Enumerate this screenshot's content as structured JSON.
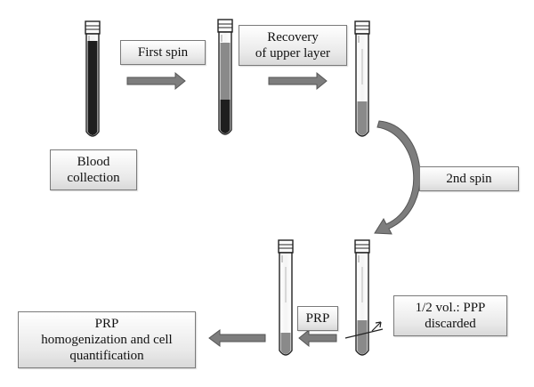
{
  "labels": {
    "first_spin": "First spin",
    "recovery": [
      "Recovery",
      "of upper layer"
    ],
    "blood_collection": [
      "Blood",
      "collection"
    ],
    "second_spin": "2nd spin",
    "ppp_discarded": [
      "1/2 vol.: PPP",
      "discarded"
    ],
    "prp": "PRP",
    "prp_final": [
      "PRP",
      "homogenization and cell",
      "quantification"
    ]
  },
  "colors": {
    "tube_outline": "#222222",
    "blood": "#1e1e1e",
    "plasma_pellet": "#8a8a8a",
    "arrow_fill": "#7d7d7d",
    "box_border": "#7a7a7a"
  }
}
